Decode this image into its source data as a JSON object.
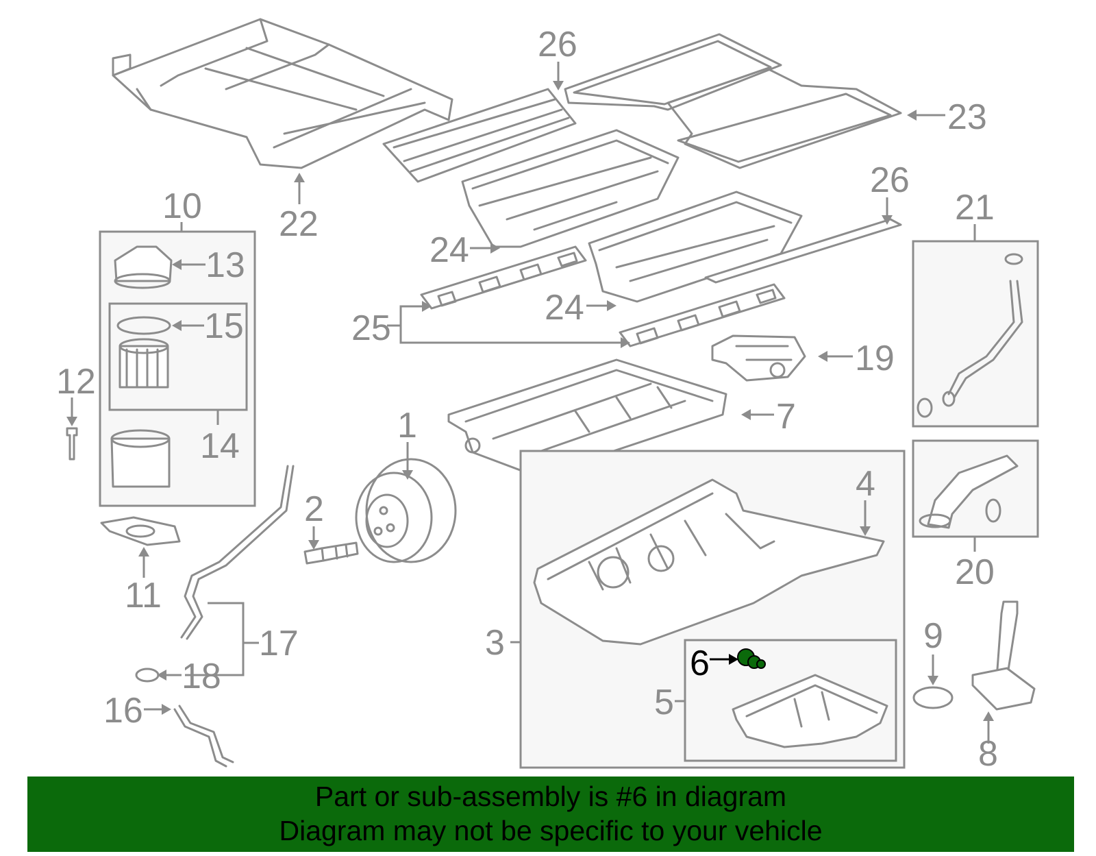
{
  "callouts": [
    {
      "id": "1",
      "label": "1"
    },
    {
      "id": "2",
      "label": "2"
    },
    {
      "id": "3",
      "label": "3"
    },
    {
      "id": "4",
      "label": "4"
    },
    {
      "id": "5",
      "label": "5"
    },
    {
      "id": "6",
      "label": "6"
    },
    {
      "id": "7",
      "label": "7"
    },
    {
      "id": "8",
      "label": "8"
    },
    {
      "id": "9",
      "label": "9"
    },
    {
      "id": "10",
      "label": "10"
    },
    {
      "id": "11",
      "label": "11"
    },
    {
      "id": "12",
      "label": "12"
    },
    {
      "id": "13",
      "label": "13"
    },
    {
      "id": "14",
      "label": "14"
    },
    {
      "id": "15",
      "label": "15"
    },
    {
      "id": "16",
      "label": "16"
    },
    {
      "id": "17",
      "label": "17"
    },
    {
      "id": "18",
      "label": "18"
    },
    {
      "id": "19",
      "label": "19"
    },
    {
      "id": "20",
      "label": "20"
    },
    {
      "id": "21",
      "label": "21"
    },
    {
      "id": "22",
      "label": "22"
    },
    {
      "id": "23",
      "label": "23"
    },
    {
      "id": "24a",
      "label": "24"
    },
    {
      "id": "24b",
      "label": "24"
    },
    {
      "id": "25",
      "label": "25"
    },
    {
      "id": "26a",
      "label": "26"
    },
    {
      "id": "26b",
      "label": "26"
    }
  ],
  "highlight": {
    "part": "6",
    "color": "#0b6a0b"
  },
  "banner": {
    "line1": "Part or sub-assembly is #6 in diagram",
    "line2": "Diagram may not be specific to your vehicle",
    "color": "#0b6a0b"
  }
}
